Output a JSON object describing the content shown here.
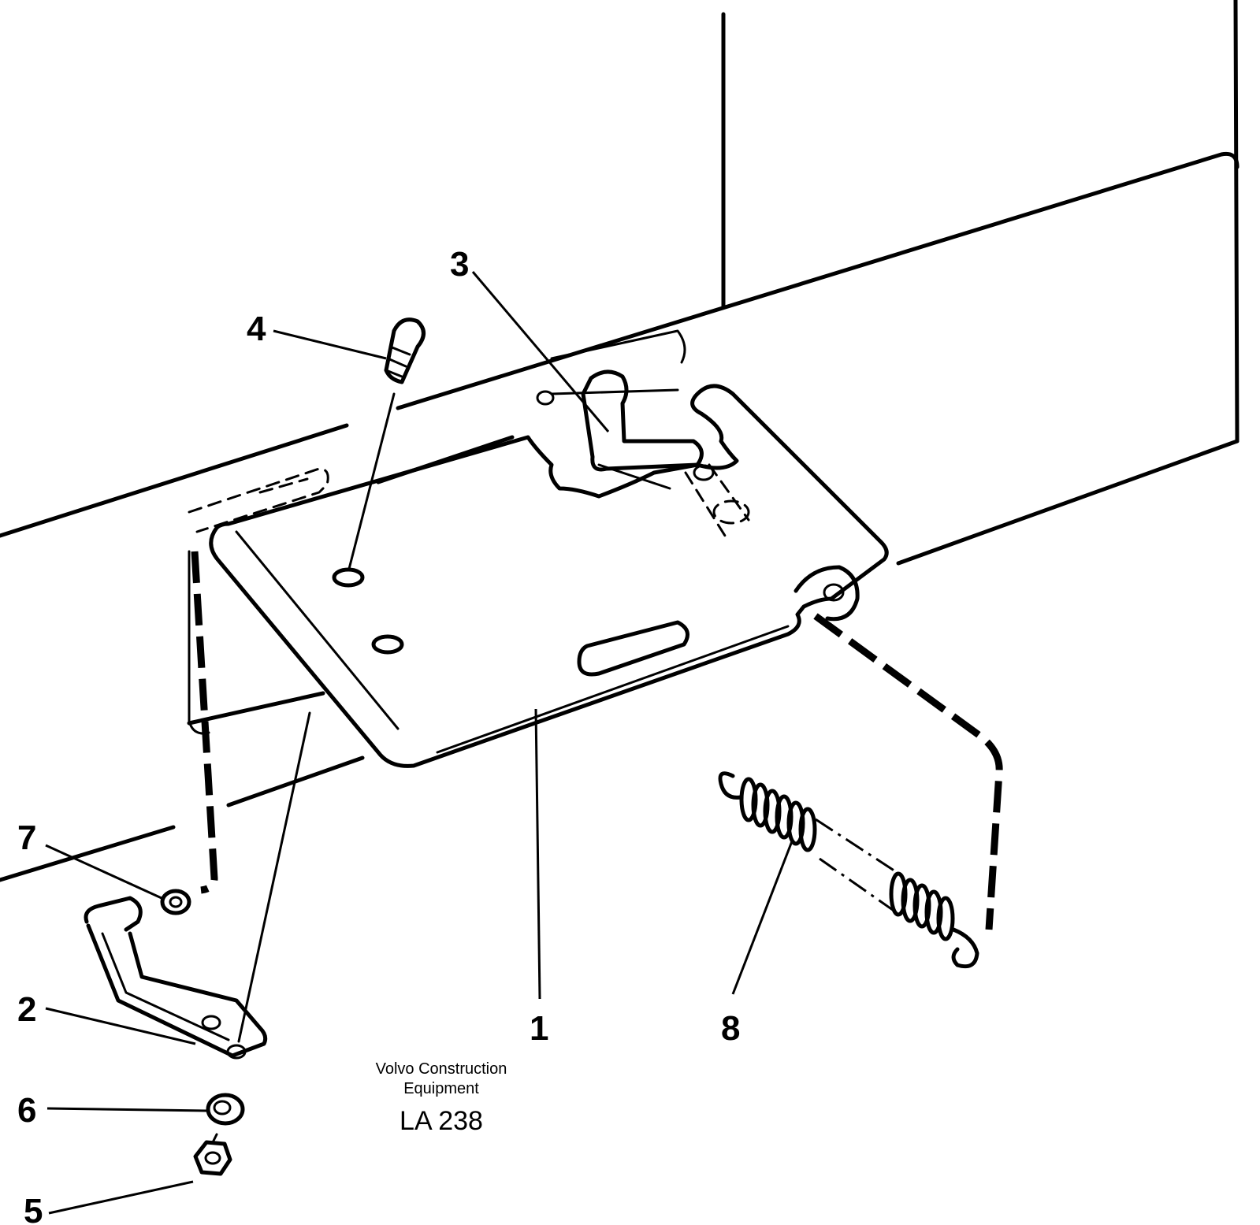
{
  "callouts": {
    "p1": "1",
    "p2": "2",
    "p3": "3",
    "p4": "4",
    "p5": "5",
    "p6": "6",
    "p7": "7",
    "p8": "8"
  },
  "caption": {
    "line1": "Volvo Construction",
    "line2": "Equipment",
    "code": "LA 238"
  }
}
